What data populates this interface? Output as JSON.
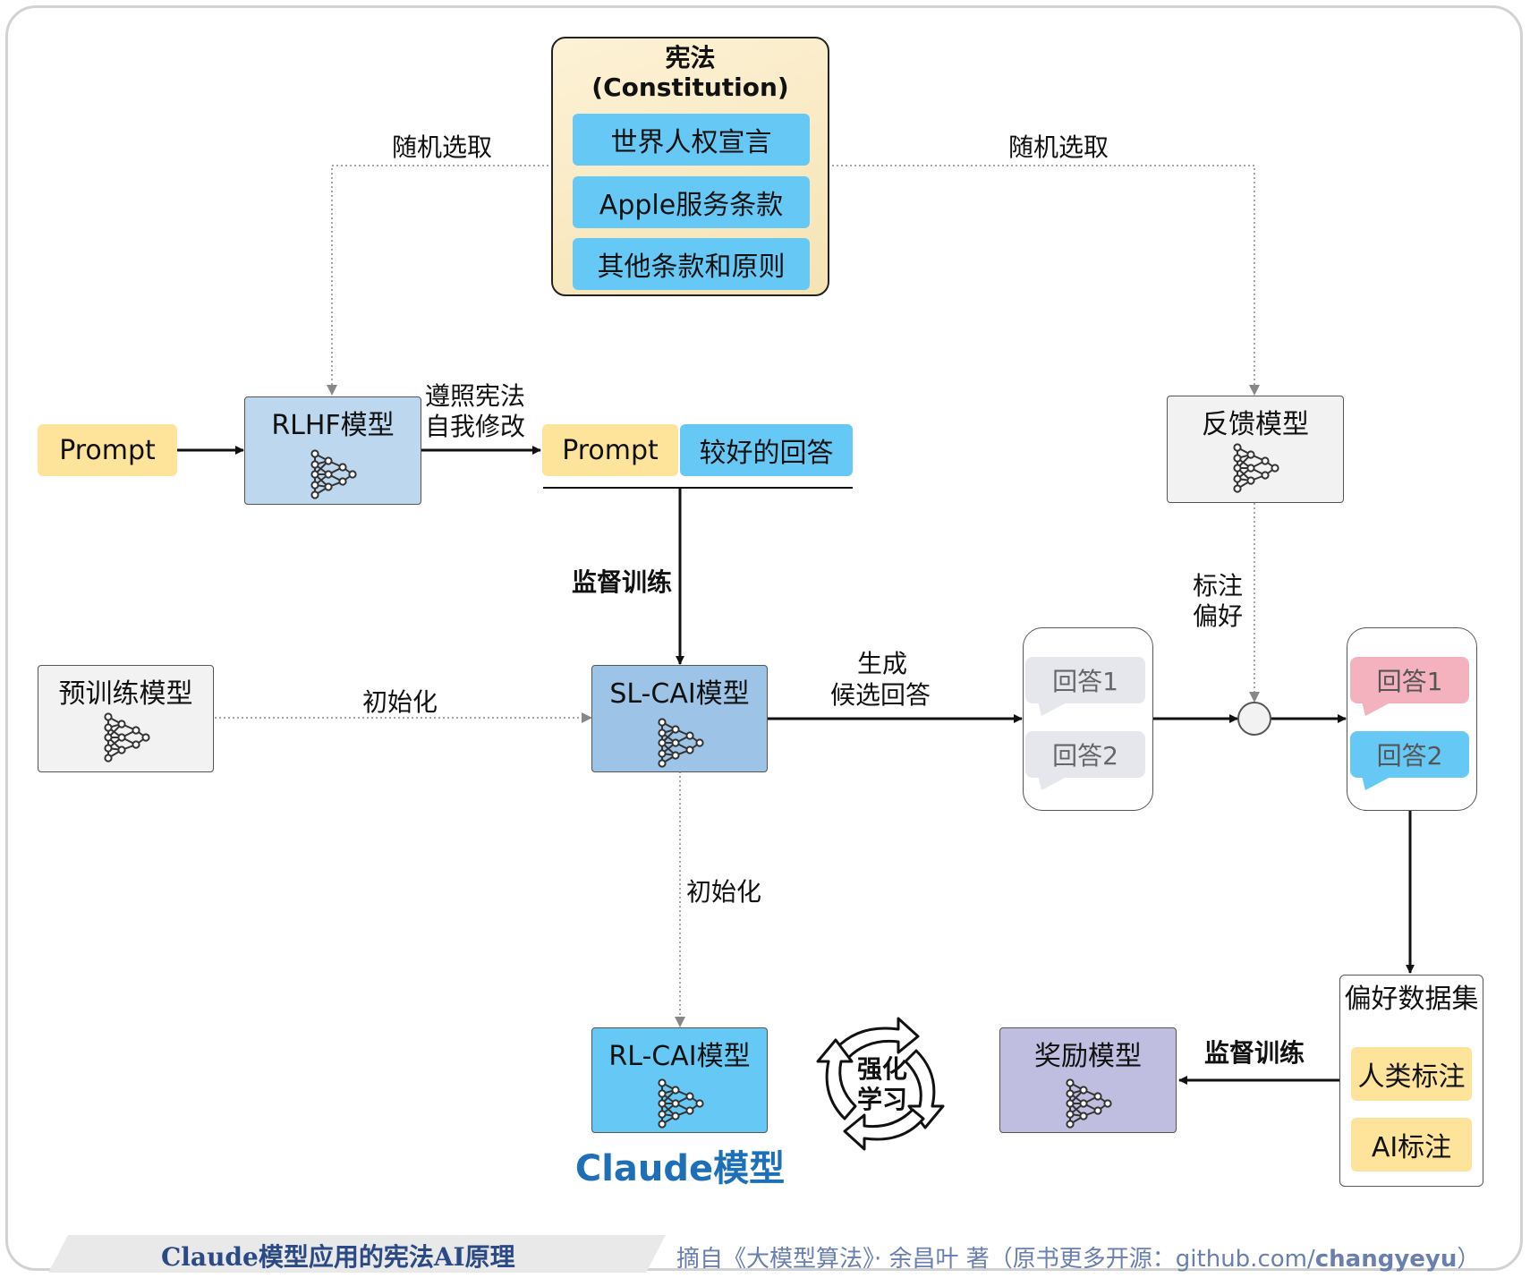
{
  "constitution": {
    "title": "宪法",
    "subtitle": "(Constitution)",
    "items": [
      "世界人权宣言",
      "Apple服务条款",
      "其他条款和原则"
    ]
  },
  "labels": {
    "random_left": "随机选取",
    "random_right": "随机选取",
    "follow_line1": "遵照宪法",
    "follow_line2": "自我修改",
    "supervised_1": "监督训练",
    "init_1": "初始化",
    "init_2": "初始化",
    "gen_line1": "生成",
    "gen_line2": "候选回答",
    "annot_line1": "标注",
    "annot_line2": "偏好",
    "supervised_2": "监督训练",
    "rl_line1": "强化",
    "rl_line2": "学习",
    "claude": "Claude模型"
  },
  "nodes": {
    "prompt_left": "Prompt",
    "rlhf": "RLHF模型",
    "prompt_mid": "Prompt",
    "better_answer": "较好的回答",
    "feedback": "反馈模型",
    "pretrain": "预训练模型",
    "sl_cai": "SL-CAI模型",
    "rl_cai": "RL-CAI模型",
    "reward": "奖励模型",
    "pref_dataset": "偏好数据集",
    "human_label": "人类标注",
    "ai_label": "AI标注"
  },
  "candidates": [
    "回答1",
    "回答2"
  ],
  "ranked": [
    "回答1",
    "回答2"
  ],
  "footer": {
    "left": "Claude模型应用的宪法AI原理",
    "right_prefix": "摘自《大模型算法》· 余昌叶 著（原书更多开源：github.com/",
    "right_bold": "changyeyu",
    "right_suffix": "）"
  },
  "colors": {
    "yellow": "#fde49a",
    "blue": "#66c9f5",
    "light_blue": "#bdd7ee",
    "mid_blue": "#9dc3e6",
    "grey": "#f2f2f2",
    "purple": "#bfbde0",
    "pink": "#f4b2be",
    "claude_blue": "#1d6fb8"
  }
}
